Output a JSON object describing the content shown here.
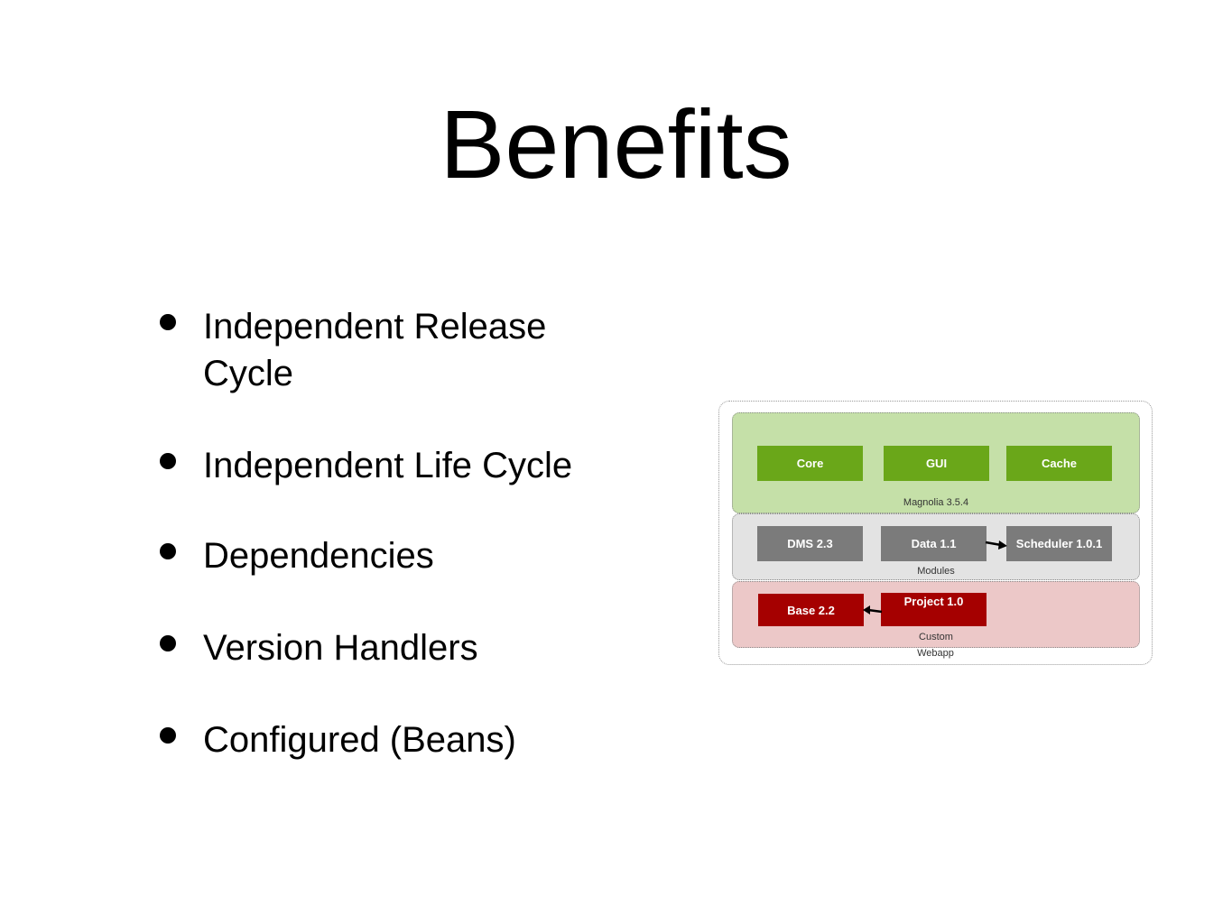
{
  "slide": {
    "title": "Benefits",
    "bullets": [
      "Independent Release Cycle",
      "Independent Life Cycle",
      "Dependencies",
      "Version Handlers",
      "Configured (Beans)"
    ]
  },
  "diagram": {
    "outer_label": "Webapp",
    "layers": {
      "magnolia": {
        "label": "Magnolia 3.5.4",
        "modules": [
          "Core",
          "GUI",
          "Cache"
        ]
      },
      "modules": {
        "label": "Modules",
        "modules": [
          "DMS 2.3",
          "Data 1.1",
          "Scheduler 1.0.1"
        ]
      },
      "custom": {
        "label": "Custom",
        "modules": [
          "Base 2.2",
          "Project 1.0"
        ]
      }
    },
    "colors": {
      "magnolia_layer": "#c5e0a8",
      "modules_layer": "#e3e3e3",
      "custom_layer": "#ecc8c8",
      "green_box": "#6aa719",
      "grey_box": "#7b7b7b",
      "red_box": "#a50000"
    }
  }
}
